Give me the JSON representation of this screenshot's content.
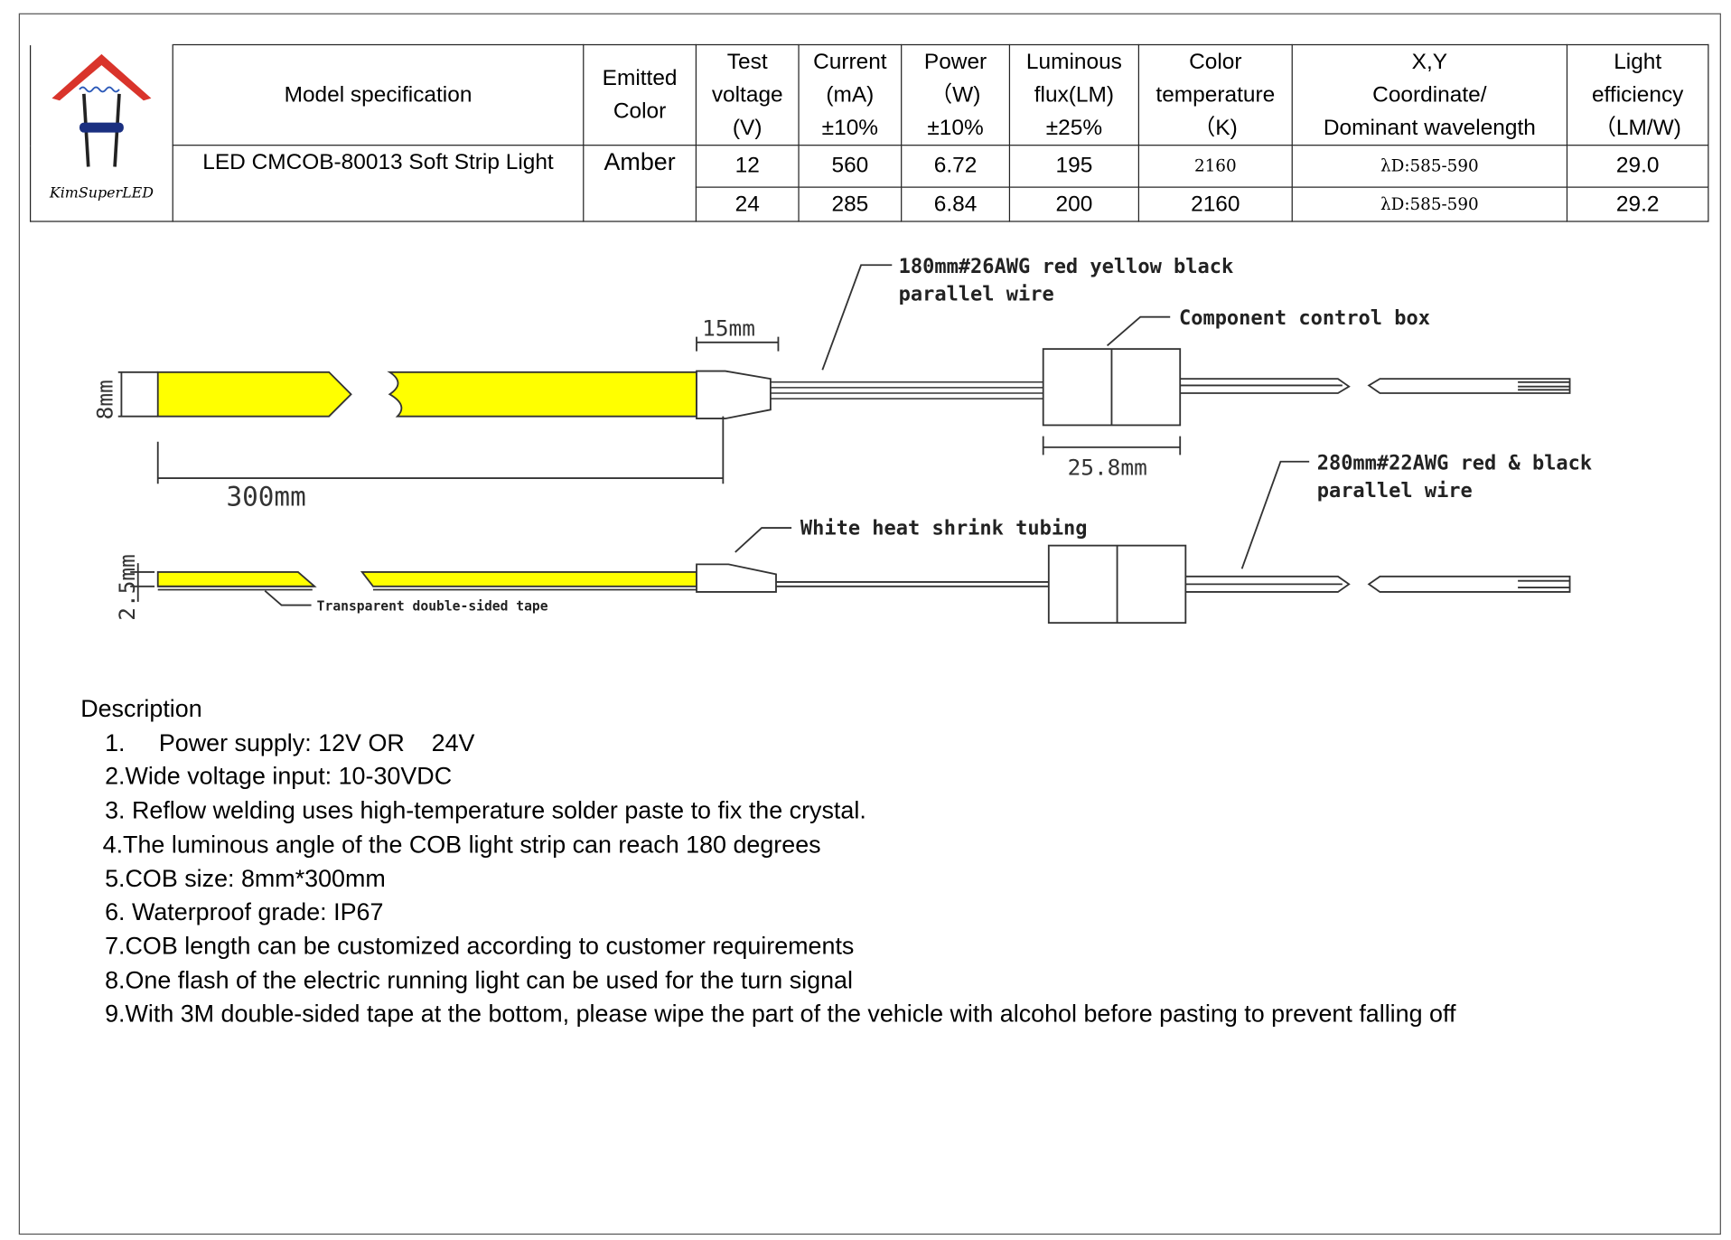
{
  "logo": {
    "brand": "KimSuperLED"
  },
  "table": {
    "headers": [
      "Model specification",
      "Emitted Color",
      "Test voltage (V)",
      "Current (mA) ±10%",
      "Power（W) ±10%",
      "Luminous flux(LM) ±25%",
      "Color temperature （K)",
      "X,Y Coordinate/ Dominant wavelength",
      "Light efficiency （LM/W)"
    ],
    "header_lines": [
      [
        "Model specification"
      ],
      [
        "Emitted",
        "Color"
      ],
      [
        "Test",
        "voltage",
        "(V)"
      ],
      [
        "Current",
        "(mA)",
        "±10%"
      ],
      [
        "Power",
        "（W)",
        "±10%"
      ],
      [
        "Luminous",
        "flux(LM)",
        "±25%"
      ],
      [
        "Color",
        "temperature",
        "（K)"
      ],
      [
        "X,Y",
        "Coordinate/",
        "Dominant wavelength"
      ],
      [
        "Light",
        "efficiency",
        "（LM/W)"
      ]
    ],
    "model": "LED CMCOB-80013 Soft Strip Light",
    "color": "Amber",
    "rows": [
      [
        "12",
        "560",
        "6.72",
        "195",
        "2160",
        "λD:585-590",
        "29.0"
      ],
      [
        "24",
        "285",
        "6.84",
        "200",
        "2160",
        "λD:585-590",
        "29.2"
      ]
    ]
  },
  "diagram": {
    "strip_color": "#ffff00",
    "wire_label_1a": "180mm#26AWG red yellow black",
    "wire_label_1b": "parallel wire",
    "control_box": "Component control box",
    "dim_15": "15mm",
    "dim_8": "8mm",
    "dim_300": "300mm",
    "dim_258": "25.8mm",
    "wire_label_2a": "280mm#22AWG red & black",
    "wire_label_2b": "parallel wire",
    "heat_shrink": "White heat shrink tubing",
    "dim_25": "2.5mm",
    "tape": "Transparent double-sided tape"
  },
  "description": {
    "title": "Description",
    "items": [
      "1.     Power supply: 12V OR    24V",
      "2.Wide voltage input: 10-30VDC",
      "3. Reflow welding uses high-temperature solder paste to fix the crystal.",
      "4.The luminous angle of the COB light strip can reach 180 degrees",
      "5.COB size: 8mm*300mm",
      "6. Waterproof grade: IP67",
      "7.COB length can be customized according to customer requirements",
      "8.One flash of the electric running light can be used for the turn signal",
      "9.With 3M double-sided tape at the bottom, please wipe the part of the vehicle with alcohol before pasting to prevent falling off"
    ]
  }
}
